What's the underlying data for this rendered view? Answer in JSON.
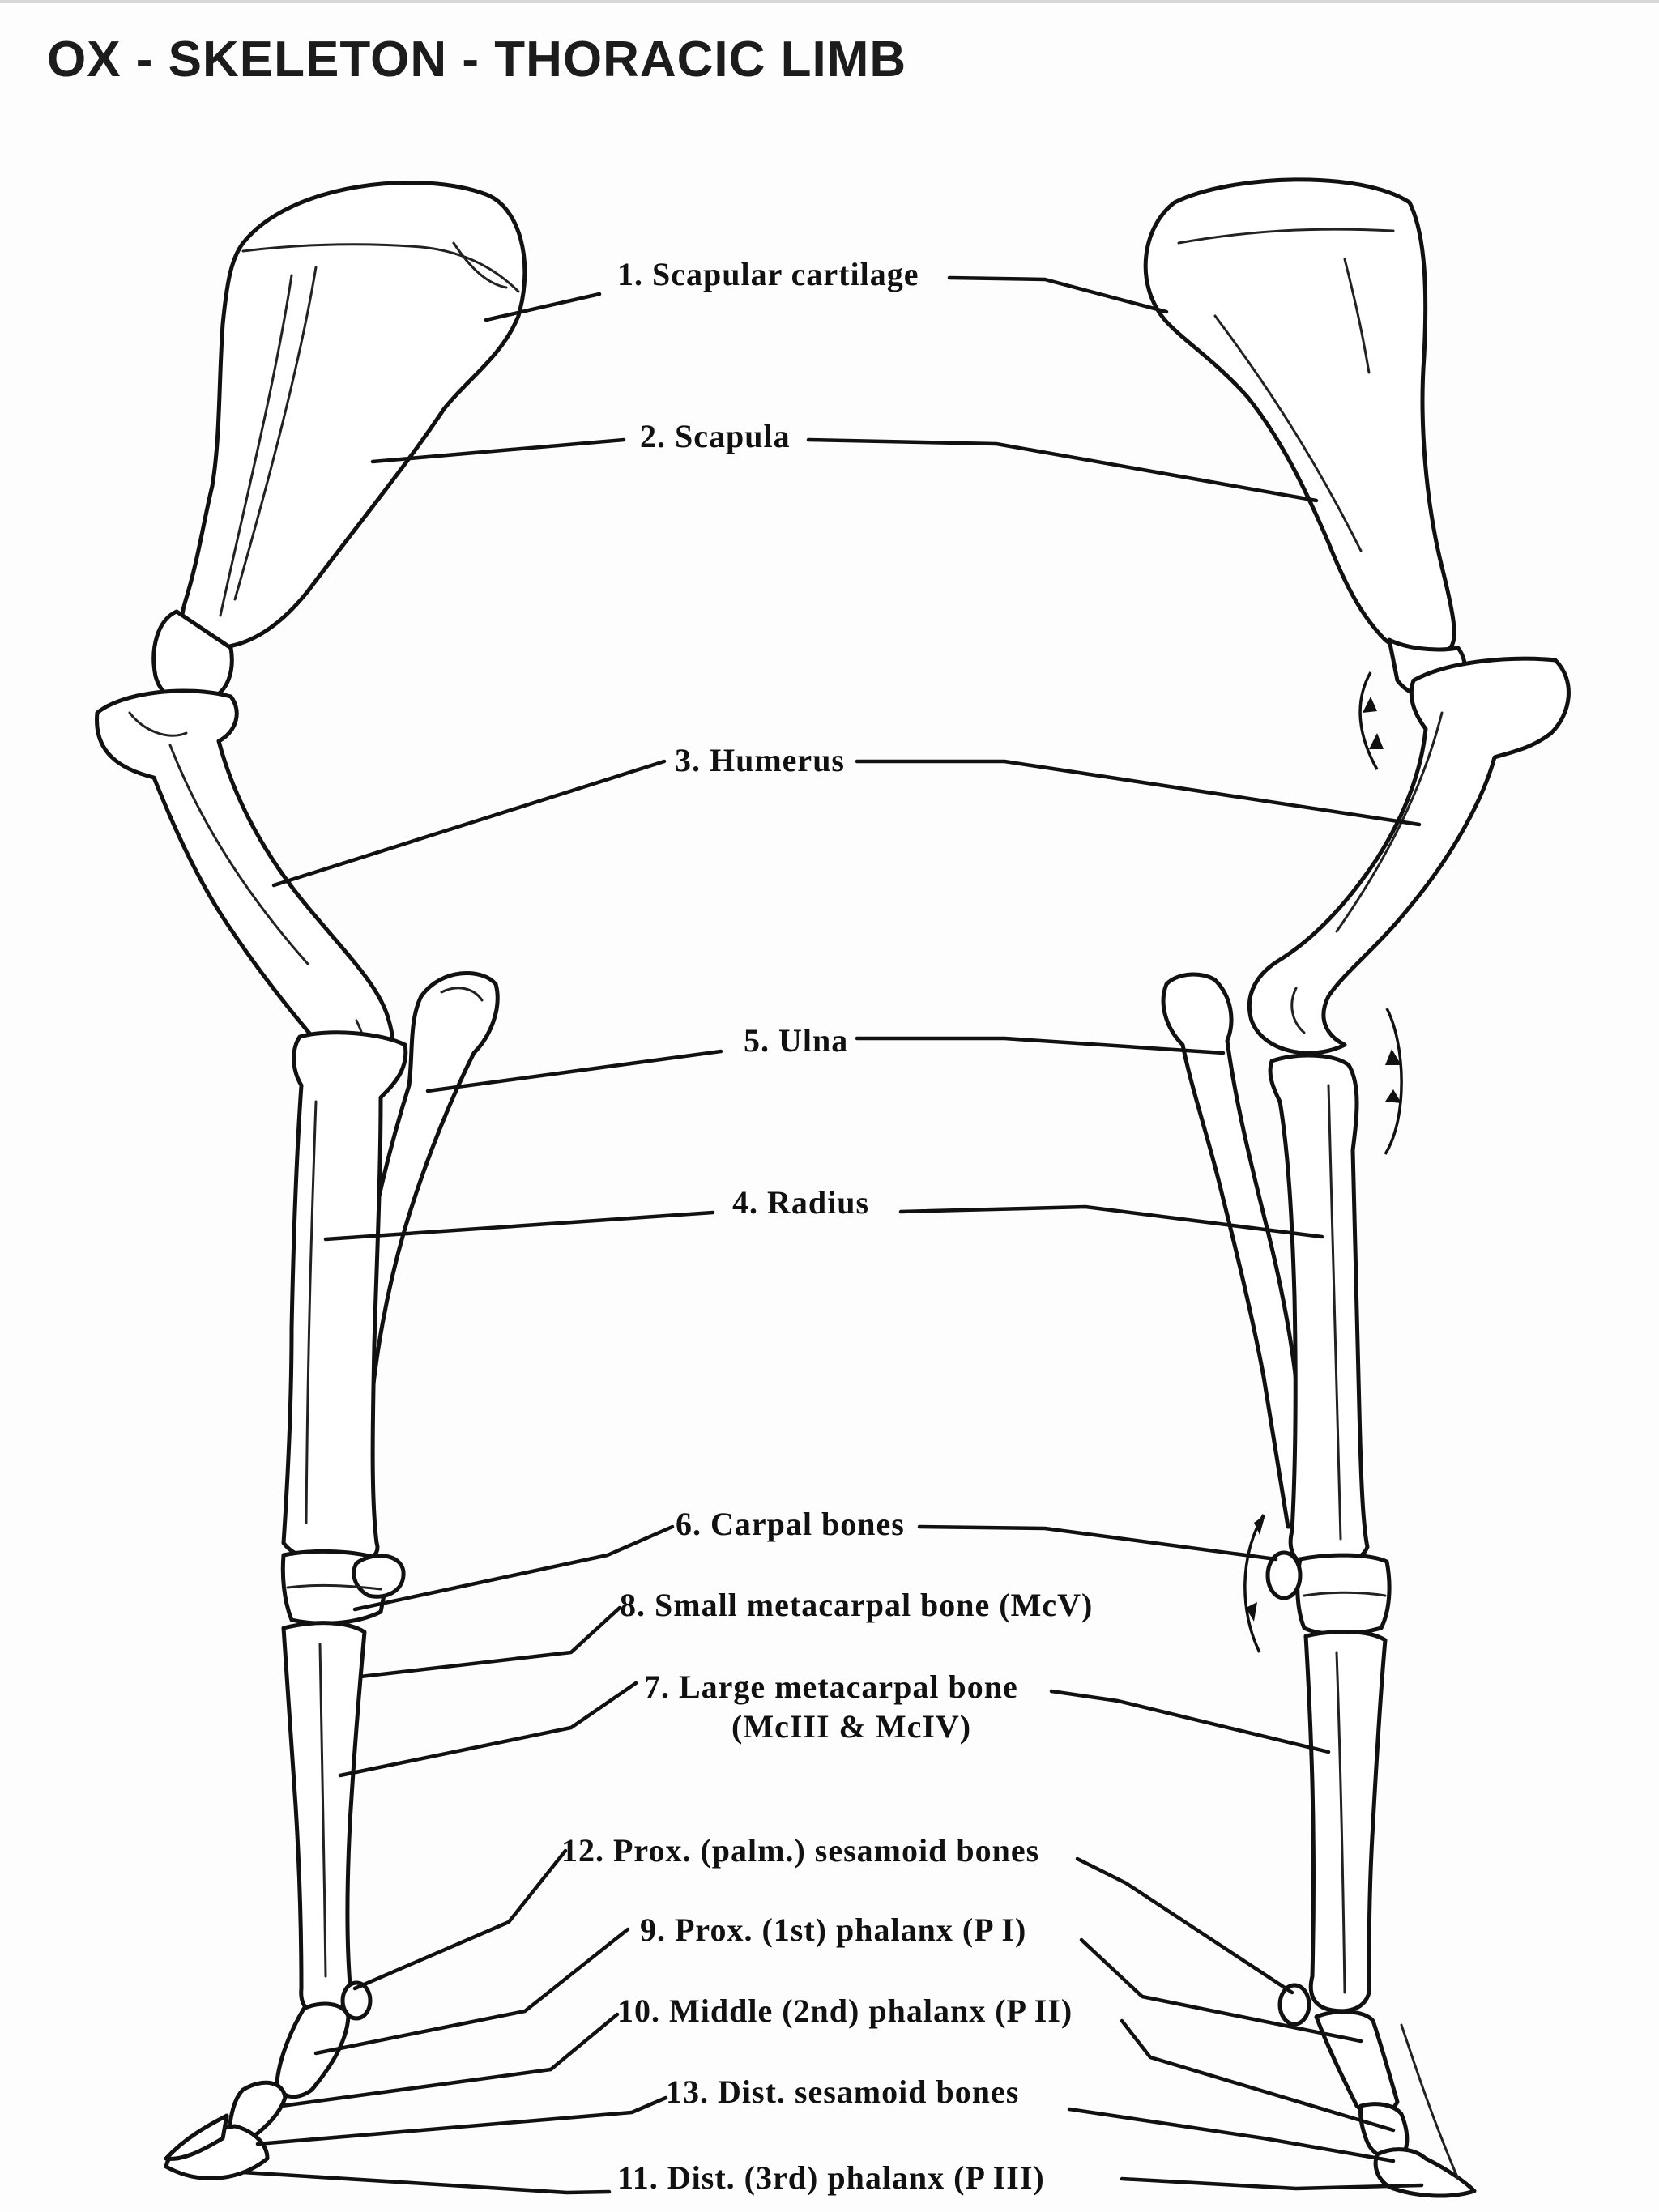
{
  "title": "OX - SKELETON - THORACIC LIMB",
  "labels": {
    "scapular_cartilage": "1. Scapular cartilage",
    "scapula": "2. Scapula",
    "humerus": "3. Humerus",
    "ulna": "5. Ulna",
    "radius": "4. Radius",
    "carpal_bones": "6. Carpal bones",
    "small_metacarpal": "8. Small metacarpal bone (McV)",
    "large_metacarpal_line1": "7. Large metacarpal bone",
    "large_metacarpal_line2": "(McIII & McIV)",
    "prox_sesamoid": "12. Prox. (palm.) sesamoid bones",
    "prox_phalanx": "9. Prox. (1st) phalanx (P I)",
    "middle_phalanx": "10. Middle (2nd) phalanx (P II)",
    "dist_sesamoid": "13. Dist. sesamoid bones",
    "dist_phalanx": "11. Dist. (3rd) phalanx (P III)"
  }
}
